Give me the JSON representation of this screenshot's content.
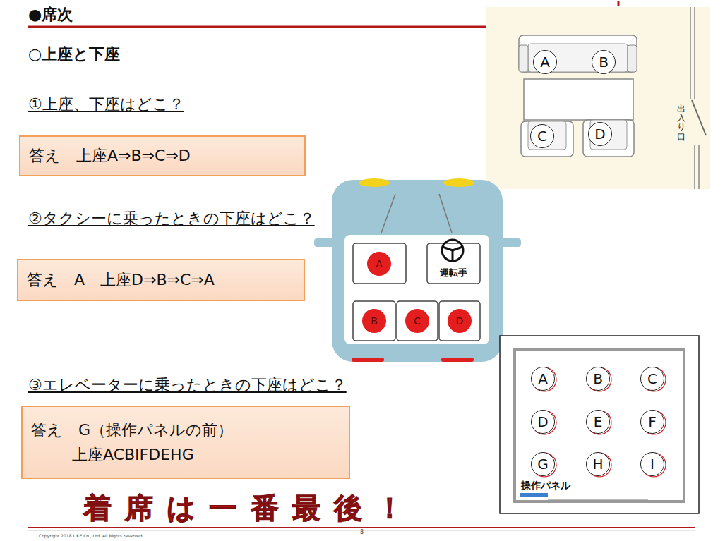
{
  "diagram": {
    "title": "●席次",
    "nodes": [
      {
        "text": [
          "出入り口"
        ]
      },
      {
        "text": [
          "A"
        ],
        "in": 0
      },
      {
        "text": [
          "B"
        ],
        "in": 0
      },
      {
        "text": [
          "C"
        ],
        "in": 0
      },
      {
        "text": [
          "D"
        ],
        "in": 0
      },
      {
        "text": [
          "答え　上座A⇒B⇒C⇒D"
        ]
      },
      {
        "text": [
          "A"
        ]
      },
      {
        "text": [
          "運転手"
        ]
      },
      {
        "text": [
          "B"
        ]
      },
      {
        "text": [
          "C"
        ]
      },
      {
        "text": [
          "D"
        ]
      },
      {
        "text": [
          "答え　A　上座D⇒B⇒C⇒A"
        ]
      },
      {
        "text": [
          "答え　G（操作パネルの前）",
          "上座ACBIFDEHG"
        ]
      },
      {
        "text": [
          "操作パネル"
        ]
      },
      {
        "text": [
          "A"
        ],
        "in": 13
      },
      {
        "text": [
          "B"
        ],
        "in": 13
      },
      {
        "text": [
          "C"
        ],
        "in": 13
      },
      {
        "text": [
          "D"
        ],
        "in": 13
      },
      {
        "text": [
          "E"
        ],
        "in": 13
      },
      {
        "text": [
          "F"
        ],
        "in": 13
      },
      {
        "text": [
          "G"
        ],
        "in": 13
      },
      {
        "text": [
          "H"
        ],
        "in": 13
      },
      {
        "text": [
          "I"
        ],
        "in": 13
      }
    ],
    "labels": [
      "○上座と下座",
      "①上座、下座はどこ？",
      "②タクシーに乗ったときの下座はどこ？",
      "③エレベーターに乗ったときの下座はどこ？",
      "着席は一番最後！",
      "Copyright 2018 LIKE Co., Ltd. All Rights reserved.",
      "8"
    ]
  }
}
